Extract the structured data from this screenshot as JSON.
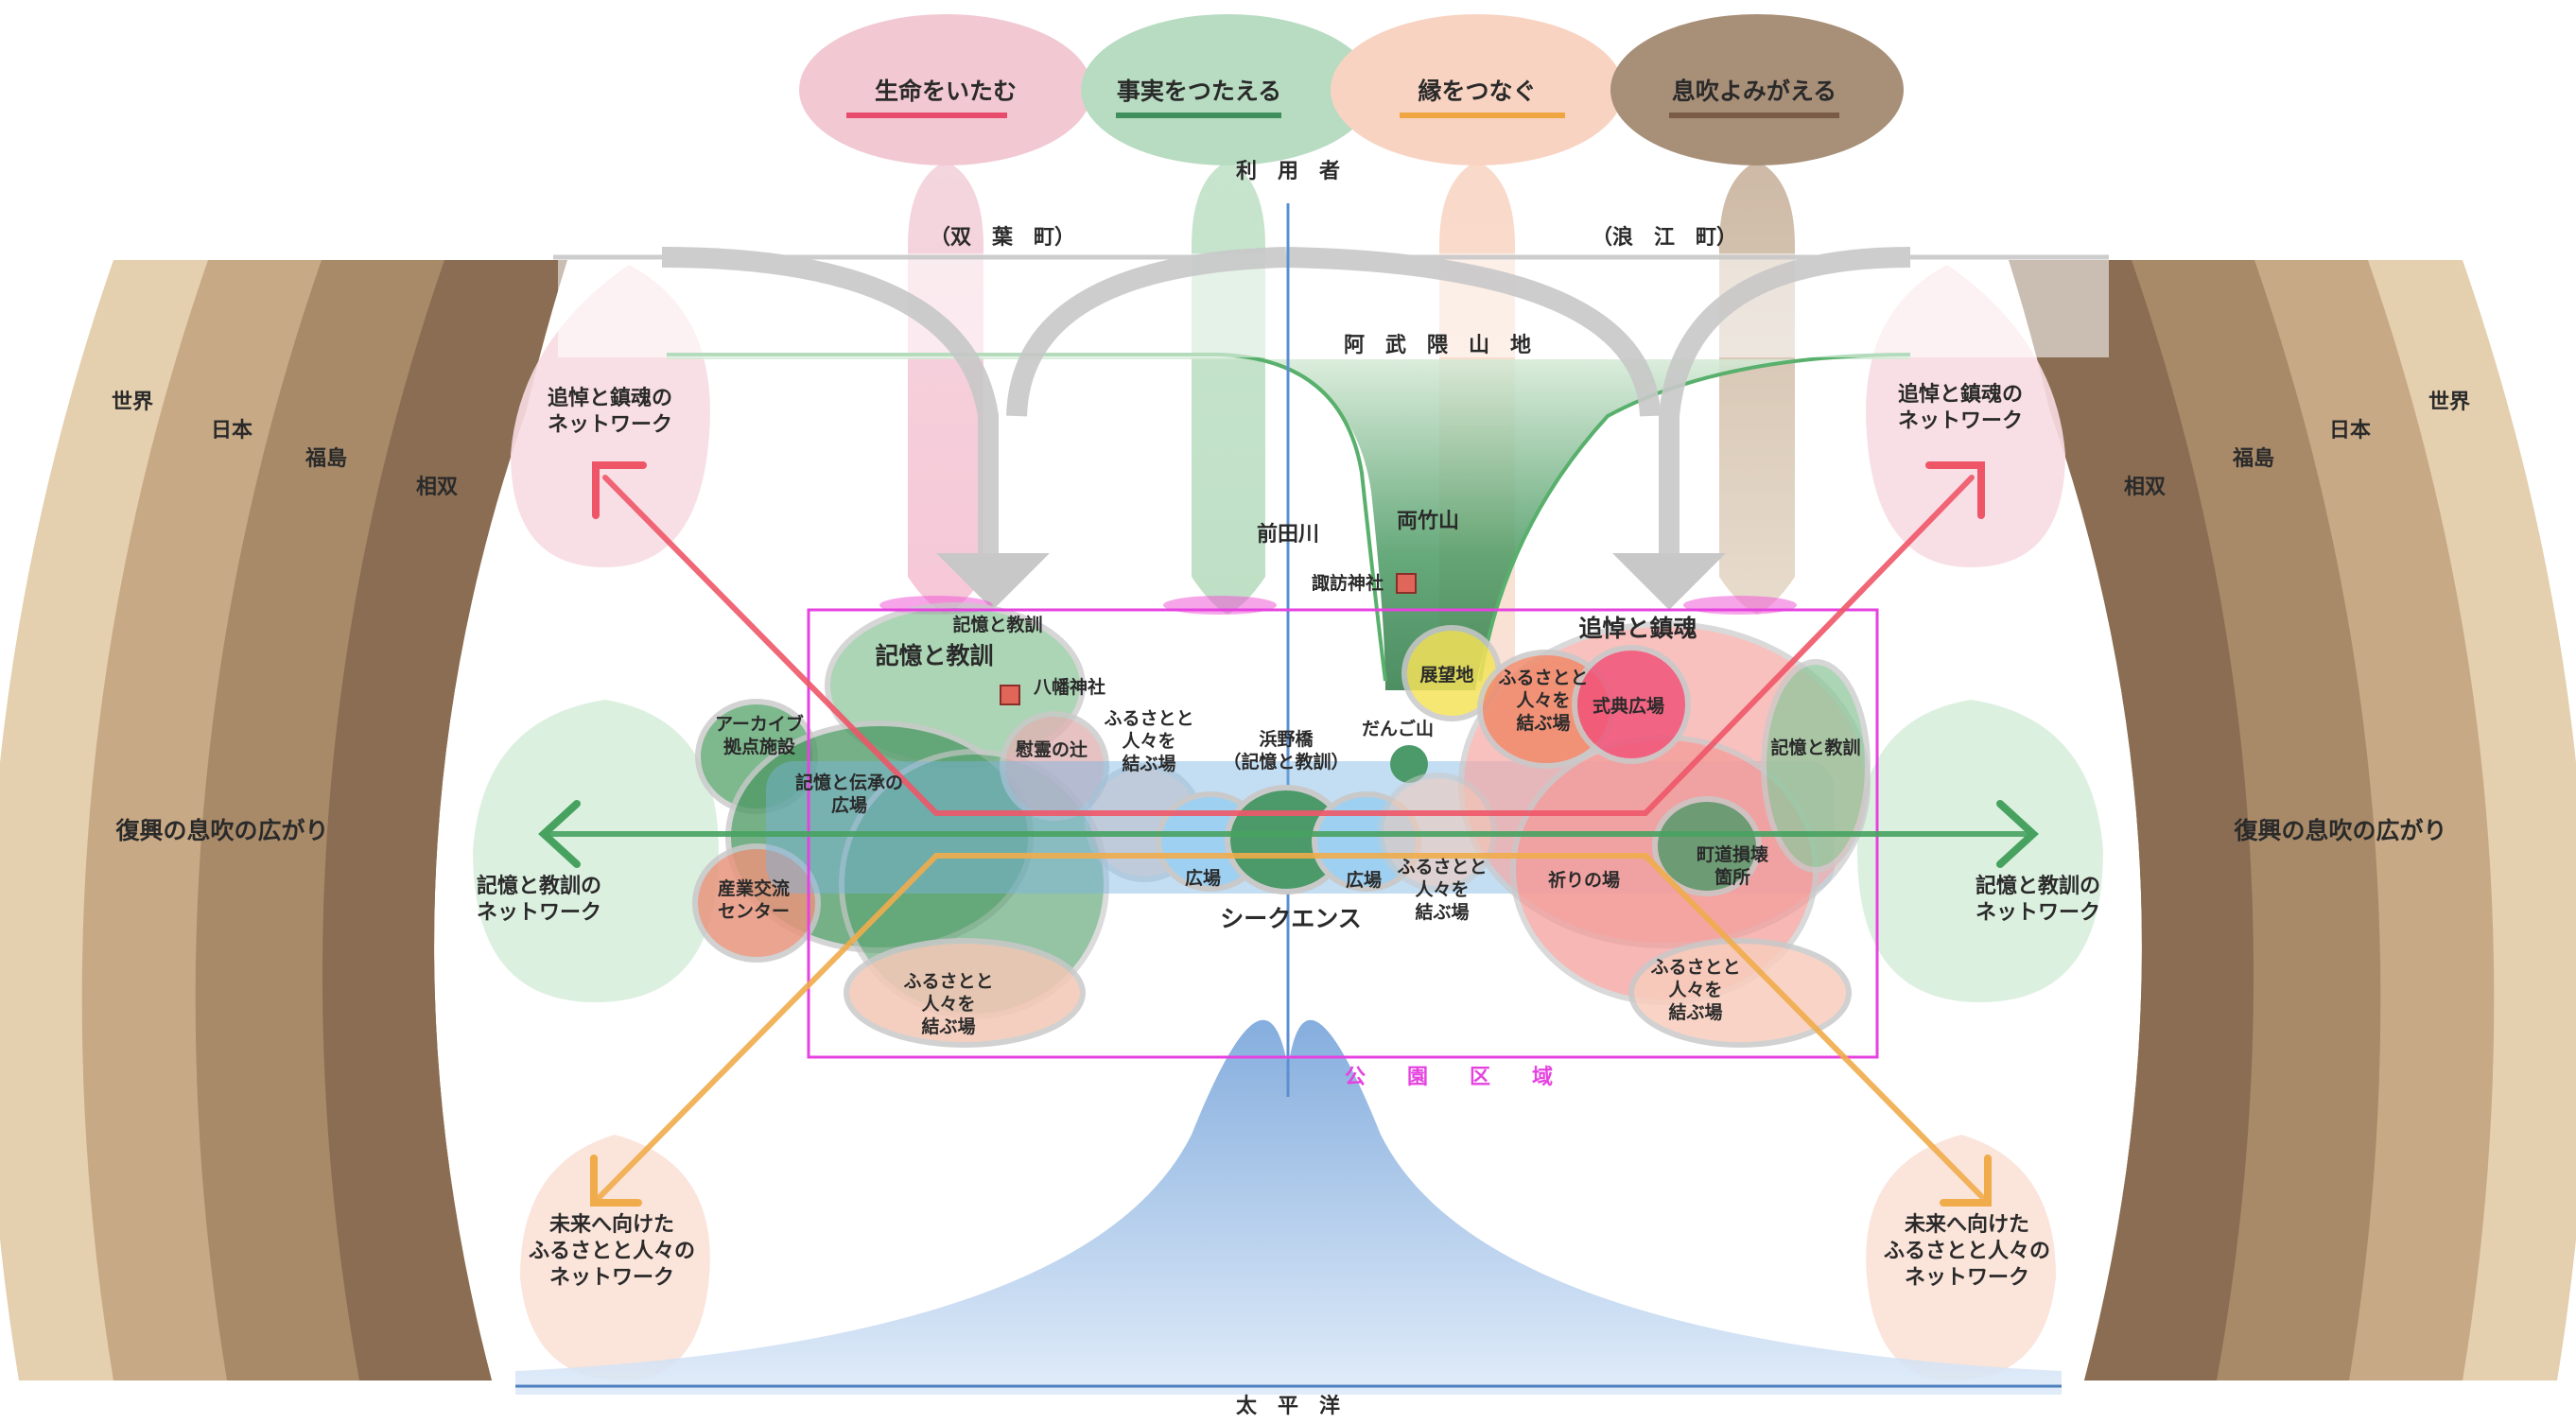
{
  "themes": [
    {
      "label": "生命をいたむ",
      "color": "#e84b6b"
    },
    {
      "label": "事実をつたえる",
      "color": "#3e8f5c"
    },
    {
      "label": "縁をつなぐ",
      "color": "#f0a640"
    },
    {
      "label": "息吹よみがえる",
      "color": "#7a5c45"
    }
  ],
  "scale_rings": {
    "left": [
      "世界",
      "日本",
      "福島",
      "相双"
    ],
    "right": [
      "世界",
      "日本",
      "福島",
      "相双"
    ]
  },
  "networks": {
    "memorial_left": "追悼と鎮魂の\nネットワーク",
    "memorial_right": "追悼と鎮魂の\nネットワーク",
    "memory_left": "記憶と教訓の\nネットワーク",
    "memory_right": "記憶と教訓の\nネットワーク",
    "future_left": "未来へ向けた\nふるさとと人々の\nネットワーク",
    "future_right": "未来へ向けた\nふるさとと人々の\nネットワーク"
  },
  "revival": {
    "left": "復興の息吹の広がり",
    "right": "復興の息吹の広がり"
  },
  "geography": {
    "users": "利　用　者",
    "futaba": "（双　葉　町）",
    "namie": "（浪　江　町）",
    "abukuma": "阿　武　隈　山　地",
    "maeda_river": "前田川",
    "ryochiku": "両竹山",
    "suwa": "諏訪神社",
    "pacific": "太　平　洋",
    "park_area": "公　　園　　区　　域"
  },
  "park": {
    "memory_top": "記憶と教訓",
    "memory_main": "記憶と教訓",
    "hachiman": "八幡神社",
    "archive": "アーカイブ\n拠点施設",
    "memory_tradition": "記憶と伝承の\n広場",
    "ireinotsuji": "慰霊の辻",
    "furusato_1": "ふるさとと\n人々を\n結ぶ場",
    "hamanobashi": "浜野橋\n（記憶と教訓）",
    "dangoyama": "だんご山",
    "tenbouchi": "展望地",
    "furusato_2": "ふるさとと\n人々を\n結ぶ場",
    "shikiten": "式典広場",
    "memorial_main": "追悼と鎮魂",
    "memory_right": "記憶と教訓",
    "sangyo": "産業交流\nセンター",
    "hiroba_l": "広場",
    "hiroba_r": "広場",
    "furusato_3": "ふるさとと\n人々を\n結ぶ場",
    "sequence": "シークエンス",
    "inori": "祈りの場",
    "road_damage": "町道損壊\n箇所",
    "furusato_4": "ふるさとと\n人々を\n結ぶ場",
    "furusato_5": "ふるさとと\n人々を\n結ぶ場"
  }
}
